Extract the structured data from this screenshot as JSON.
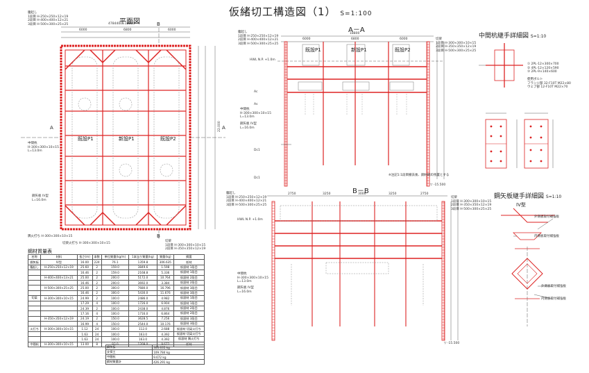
{
  "title": {
    "main": "仮緒切工構造図（1）",
    "scale": "S=1:100"
  },
  "plan": {
    "heading": "平面図",
    "note_top": [
      "腹起し",
      "1段目  H-250×250×12×19",
      "2段目  H-400×400×12×21",
      "3段目  H-500×300×25×25"
    ],
    "dims_top": [
      "4784400=18800",
      "6000",
      "6800",
      "6000"
    ],
    "sections": [
      "B",
      "A",
      "A",
      "B"
    ],
    "piers": [
      "既設P1",
      "新設P1",
      "既設P2"
    ],
    "labels": {
      "mid_pile": "中間杭",
      "mid_pile_spec": "H-300×300×10×15",
      "mid_pile_len": "L=13.0m",
      "sheet_pile": "鋼矢板 IV型",
      "sheet_pile_len": "L=16.0m",
      "corner": "隅火打ち H-300×300×10×15",
      "strut_note": "切梁火打ち H-300×300×10×15",
      "struts_right": [
        "切梁",
        "1段目  H-300×300×10×15",
        "2段目  H-350×350×12×19"
      ],
      "dim_total_right": "22.000"
    }
  },
  "aa": {
    "heading": "A－A",
    "dims": [
      "18800",
      "6000",
      "6800",
      "6000"
    ],
    "piers": [
      "既設P1",
      "新設P1",
      "既設P2"
    ],
    "notes_left": [
      "腹起し",
      "1段目  H-250×250×12×19",
      "2段目  H-400×400×12×21",
      "3段目  H-500×300×25×25"
    ],
    "notes_right": [
      "切梁",
      "1段目  H-300×300×10×15",
      "2段目  H-350×350×12×19",
      "3段目  H-500×300×25×25"
    ],
    "level_hwl": "HWL  N.P. +1.0m",
    "mid_pile": [
      "中間杭",
      "H-300×300×10×15",
      "L=13.0m"
    ],
    "sheet_pile": [
      "鋼矢板 IV型",
      "L=16.0m"
    ],
    "layers": [
      "Ac",
      "As",
      "Dc1",
      "Dc1"
    ],
    "bottom": "▽ -15.500",
    "footnote": "※注記1:1段目撤去後、鋼材端の残置とする"
  },
  "bb": {
    "heading": "B－B",
    "dims": [
      "2750",
      "3250",
      "3000",
      "3250",
      "2750"
    ],
    "notes_left": [
      "腹起し",
      "1段目  H-250×250×12×19",
      "2段目  H-400×400×12×21",
      "3段目  H-500×300×25×25"
    ],
    "notes_right": [
      "切梁",
      "1段目  H-300×300×10×15",
      "2段目  H-350×350×12×19",
      "3段目  H-500×300×25×25"
    ],
    "level_hwl": "HWL  N.P. +1.0m",
    "mid_pile": [
      "中間杭",
      "H-300×300×10×15",
      "L=13.0m"
    ],
    "sheet_pile": [
      "鋼矢板 IV型",
      "L=16.0m"
    ],
    "bottom": "▽ -15.500"
  },
  "detail_mid": {
    "heading": "中間杭継手詳細図",
    "scale": "S=1:10",
    "items": [
      "① 2PL-12×300×700",
      "② 4PL-12×120×590",
      "③ 2PL-9×140×600"
    ],
    "bolts": [
      "使用ボルト",
      "フランジ部  32-F10T  M22×80",
      "ウェブ部  12-F10T  M22×70"
    ]
  },
  "detail_sheet": {
    "heading": "鋼矢板継手詳細図",
    "scale": "S=1:10",
    "type": "IV型",
    "labels": [
      "外側板取付補強板",
      "内側板取付補強板",
      "外側板取付補強板",
      "内側板取付補強板"
    ]
  },
  "steel_table": {
    "heading": "鋼材質量表",
    "headers": [
      "名称",
      "材料",
      "長さ(m)",
      "本数",
      "単位質量(kg/m)",
      "1本当り質量(kg)",
      "質量(kg)",
      "摘要"
    ],
    "rows": [
      [
        "鋼矢板",
        "IV型",
        "16.00",
        "224",
        "76.1",
        "1359.8",
        "306.635",
        "仮材"
      ],
      [
        "腹起し",
        "H-250×250×12×19",
        "25.60",
        "2",
        "159.0",
        "3849.6",
        "1.598",
        "仮設材 1段目"
      ],
      [
        "",
        "",
        "16.46",
        "2",
        "159.0",
        "2168.8",
        "5.336",
        "仮設材 1段目"
      ],
      [
        "",
        "H-400×400×13×21",
        "25.00",
        "2",
        "200.0",
        "5172.0",
        "10.764",
        "仮設材 2段目"
      ],
      [
        "",
        "",
        "16.46",
        "2",
        "200.0",
        "3692.0",
        "3.384",
        "仮設材 2段目"
      ],
      [
        "",
        "H-500×300×25×25",
        "25.00",
        "2",
        "300.0",
        "7680.0",
        "16.796",
        "仮設材 3段目"
      ],
      [
        "",
        "",
        "16.46",
        "2",
        "300.0",
        "5430.0",
        "11.676",
        "仮設材 3段目"
      ],
      [
        "切梁",
        "H-300×300×10×15",
        "24.99",
        "2",
        "100.0",
        "2486.0",
        "4.982",
        "仮設材 1段目"
      ],
      [
        "",
        "",
        "17.29",
        "4",
        "100.0",
        "1726.0",
        "6.904",
        "仮設材 1段目"
      ],
      [
        "",
        "",
        "24.39",
        "2",
        "100.0",
        "2438.0",
        "4.876",
        "仮設材 2段目"
      ],
      [
        "",
        "",
        "17.16",
        "4",
        "100.0",
        "1716.0",
        "6.864",
        "仮設材 2段目"
      ],
      [
        "",
        "H-350×350×12×19",
        "24.19",
        "2",
        "150.0",
        "3628.5",
        "7.256",
        "仮設材 3段目"
      ],
      [
        "",
        "",
        "16.99",
        "4",
        "150.0",
        "2544.0",
        "10.176",
        "仮設材 3段目"
      ],
      [
        "火打ち",
        "H-300×300×10×15",
        "1.12",
        "24",
        "100.0",
        "112.0",
        "2.688",
        "仮設材 切梁火打ち"
      ],
      [
        "",
        "",
        "1.63",
        "24",
        "100.0",
        "163.0",
        "4.392",
        "仮設材 切梁火打ち"
      ],
      [
        "",
        "",
        "1.63",
        "24",
        "100.0",
        "163.0",
        "4.392",
        "仮設材 隅火打ち"
      ],
      [
        "中間杭",
        "H-300×300×10×15",
        "13.00",
        "8",
        "93.0",
        "1209.0",
        "9.672",
        "仮材"
      ]
    ],
    "totals": [
      [
        "鋼矢板",
        "306.635  kg"
      ],
      [
        "支保工",
        "109.784  kg"
      ],
      [
        "中間杭",
        "9.672  kg"
      ],
      [
        "鋼材質量計",
        "426.291  kg"
      ]
    ]
  }
}
